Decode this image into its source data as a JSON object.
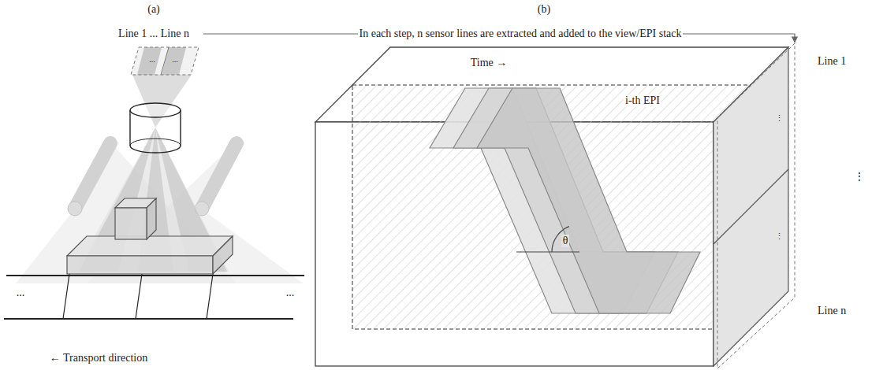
{
  "diagram": {
    "labels": [
      "(a)",
      "(b)",
      "Line 1 ... Line n",
      "In each step, n sensor lines are extracted and added to the view/EPI stack",
      "...",
      "...",
      "Time →",
      "Line 1",
      "i-th EPI",
      "⋮",
      "⋮",
      "θ",
      "⋮",
      "Line n",
      "...",
      "...",
      "← Transport direction"
    ]
  }
}
